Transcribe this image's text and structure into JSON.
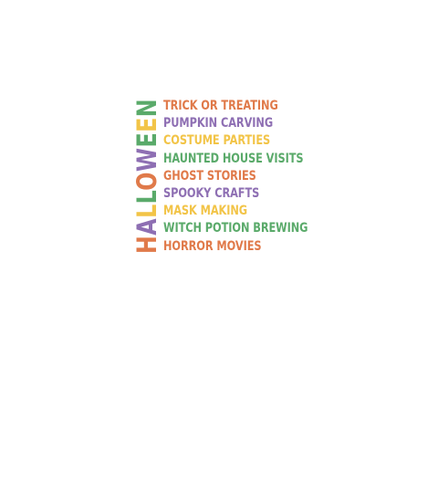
{
  "vertical_word": {
    "letters": [
      "H",
      "A",
      "L",
      "L",
      "O",
      "W",
      "E",
      "E",
      "N"
    ],
    "colors": [
      "#e07a4a",
      "#8e6fb3",
      "#f2c447",
      "#5aaa6a",
      "#e07a4a",
      "#8e6fb3",
      "#5aaa6a",
      "#f2c447",
      "#5aaa6a"
    ]
  },
  "activities": [
    {
      "label": "TRICK OR TREATING",
      "color": "#e07a4a"
    },
    {
      "label": "PUMPKIN CARVING",
      "color": "#8e6fb3"
    },
    {
      "label": "COSTUME PARTIES",
      "color": "#f2c447"
    },
    {
      "label": "HAUNTED HOUSE VISITS",
      "color": "#5aaa6a"
    },
    {
      "label": "GHOST STORIES",
      "color": "#e07a4a"
    },
    {
      "label": "SPOOKY CRAFTS",
      "color": "#8e6fb3"
    },
    {
      "label": "MASK MAKING",
      "color": "#f2c447"
    },
    {
      "label": "WITCH POTION BREWING",
      "color": "#5aaa6a"
    },
    {
      "label": "HORROR MOVIES",
      "color": "#e07a4a"
    }
  ]
}
